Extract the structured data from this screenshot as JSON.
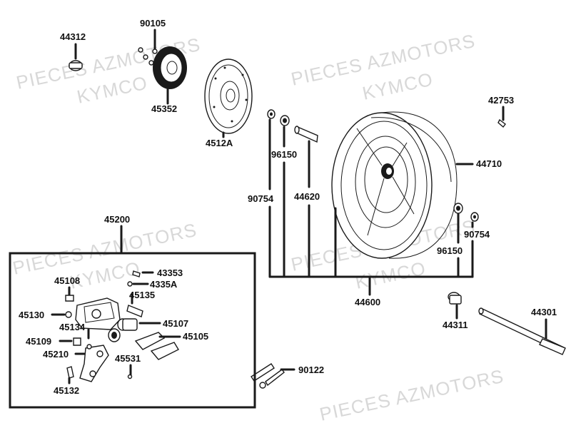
{
  "watermarks": [
    "PIECES AZMOTORS",
    "KYMCO",
    "PIECES AZMOTORS",
    "KYMCO",
    "PIECES AZMOTORS",
    "KYMCO",
    "PIECES AZMOTORS",
    "KYMCO",
    "PIECES AZMOTORS"
  ],
  "labels": {
    "p44312": "44312",
    "p90105": "90105",
    "p45352": "45352",
    "p4512A": "4512A",
    "p90754a": "90754",
    "p96150a": "96150",
    "p44620": "44620",
    "p42753": "42753",
    "p44710": "44710",
    "p90754b": "90754",
    "p96150b": "96150",
    "p44600": "44600",
    "p45200": "45200",
    "p45108": "45108",
    "p43353": "43353",
    "p4335A": "4335A",
    "p45135": "45135",
    "p45130": "45130",
    "p45107": "45107",
    "p45134": "45134",
    "p45105": "45105",
    "p45109": "45109",
    "p45210": "45210",
    "p45531": "45531",
    "p45132": "45132",
    "p90122": "90122",
    "p44311": "44311",
    "p44301": "44301"
  }
}
